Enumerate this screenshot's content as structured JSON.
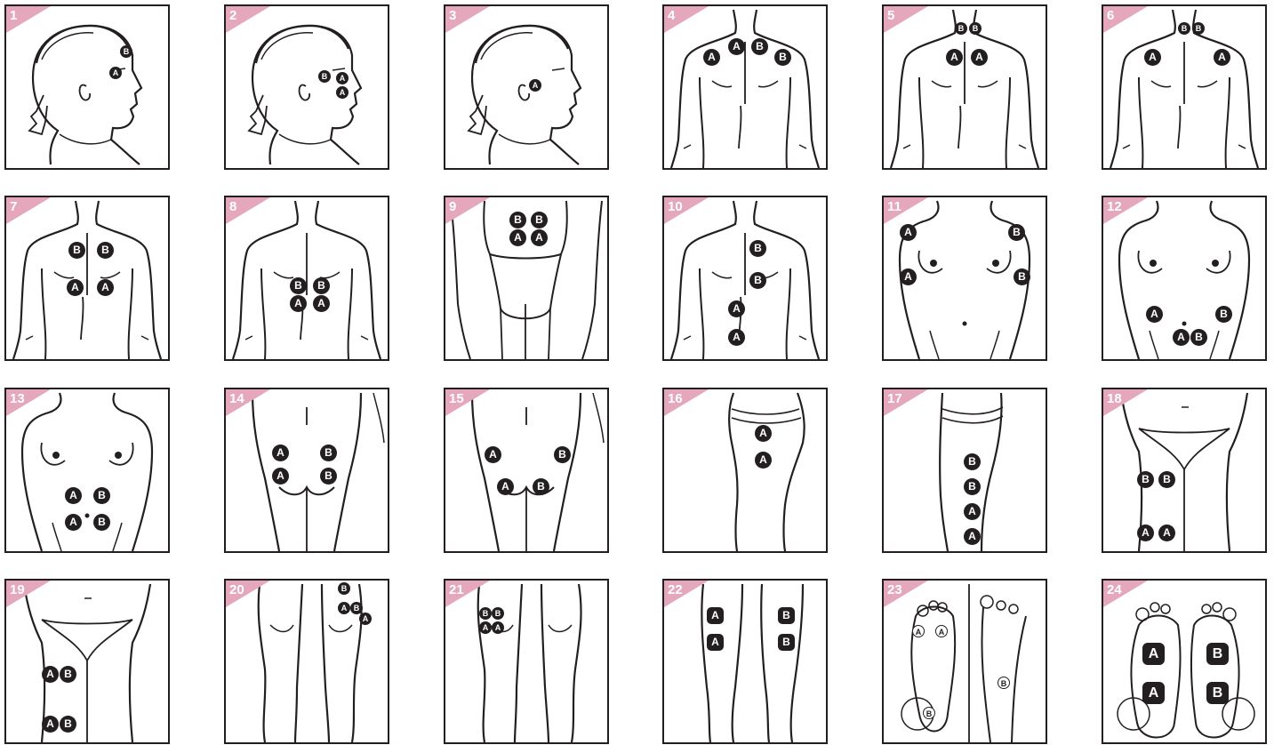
{
  "colors": {
    "line": "#231f20",
    "tab": "#e4a7bb",
    "pad": "#231f20"
  },
  "panels": [
    {
      "number": "1",
      "view": "head-side",
      "pads": [
        "B",
        "A"
      ]
    },
    {
      "number": "2",
      "view": "head-side",
      "pads": [
        "B",
        "A",
        "A"
      ]
    },
    {
      "number": "3",
      "view": "head-side",
      "pads": [
        "A"
      ]
    },
    {
      "number": "4",
      "view": "upper-back",
      "pads": [
        "A",
        "A",
        "B",
        "B"
      ]
    },
    {
      "number": "5",
      "view": "upper-back",
      "pads": [
        "B",
        "B",
        "A",
        "A"
      ]
    },
    {
      "number": "6",
      "view": "upper-back",
      "pads": [
        "B",
        "B",
        "A",
        "A"
      ]
    },
    {
      "number": "7",
      "view": "upper-back",
      "pads": [
        "B",
        "B",
        "A",
        "A"
      ]
    },
    {
      "number": "8",
      "view": "upper-back",
      "pads": [
        "B",
        "B",
        "A",
        "A"
      ]
    },
    {
      "number": "9",
      "view": "lower-back",
      "pads": [
        "B",
        "B",
        "A",
        "A"
      ]
    },
    {
      "number": "10",
      "view": "upper-back",
      "pads": [
        "B",
        "B",
        "A",
        "A"
      ]
    },
    {
      "number": "11",
      "view": "chest",
      "pads": [
        "A",
        "B",
        "A",
        "B"
      ]
    },
    {
      "number": "12",
      "view": "chest",
      "pads": [
        "A",
        "B",
        "A",
        "B"
      ]
    },
    {
      "number": "13",
      "view": "chest",
      "pads": [
        "A",
        "B",
        "A",
        "B"
      ]
    },
    {
      "number": "14",
      "view": "buttocks",
      "pads": [
        "A",
        "B",
        "A",
        "B"
      ]
    },
    {
      "number": "15",
      "view": "buttocks",
      "pads": [
        "A",
        "B",
        "A",
        "B"
      ]
    },
    {
      "number": "16",
      "view": "hip-side",
      "pads": [
        "A",
        "A"
      ]
    },
    {
      "number": "17",
      "view": "leg-side",
      "pads": [
        "B",
        "B",
        "A",
        "A"
      ]
    },
    {
      "number": "18",
      "view": "thigh-front",
      "pads": [
        "B",
        "B",
        "A",
        "A"
      ]
    },
    {
      "number": "19",
      "view": "thigh-front",
      "pads": [
        "A",
        "B",
        "A",
        "B"
      ]
    },
    {
      "number": "20",
      "view": "legs-back",
      "pads": [
        "B",
        "A",
        "B",
        "A"
      ]
    },
    {
      "number": "21",
      "view": "legs-back",
      "pads": [
        "B",
        "B",
        "A",
        "A"
      ]
    },
    {
      "number": "22",
      "view": "shins",
      "pads": [
        "A",
        "B",
        "A",
        "B"
      ]
    },
    {
      "number": "23",
      "view": "feet",
      "pads": [
        "A",
        "A",
        "B",
        "B"
      ]
    },
    {
      "number": "24",
      "view": "soles",
      "pads": [
        "A",
        "B",
        "A",
        "B"
      ]
    }
  ]
}
